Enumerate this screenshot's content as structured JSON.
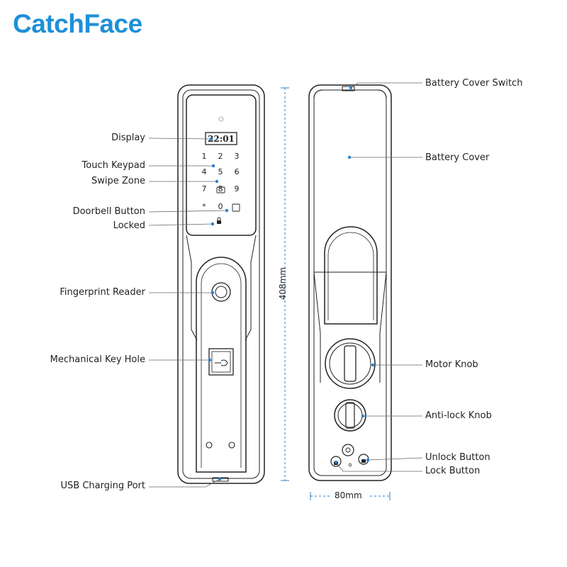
{
  "logo": {
    "part1": "Catch",
    "part2": "Face",
    "color1": "#1e90d8",
    "color2": "#1e90d8"
  },
  "display_time": "22:01",
  "keypad": [
    "1",
    "2",
    "3",
    "4",
    "5",
    "6",
    "7",
    "8",
    "9",
    "*",
    "0"
  ],
  "labels": {
    "display": "Display",
    "touch_keypad": "Touch Keypad",
    "swipe_zone": "Swipe Zone",
    "doorbell_button": "Doorbell Button",
    "locked": "Locked",
    "fingerprint_reader": "Fingerprint Reader",
    "mechanical_key_hole": "Mechanical Key Hole",
    "usb_charging_port": "USB Charging Port",
    "battery_cover_switch": "Battery Cover Switch",
    "battery_cover": "Battery Cover",
    "motor_knob": "Motor Knob",
    "anti_lock_knob": "Anti-lock Knob",
    "unlock_button": "Unlock Button",
    "lock_button": "Lock Button"
  },
  "dimensions": {
    "height": "408mm",
    "width": "80mm"
  },
  "colors": {
    "accent": "#2a7fd0",
    "line": "#222222",
    "leader": "#555555"
  }
}
